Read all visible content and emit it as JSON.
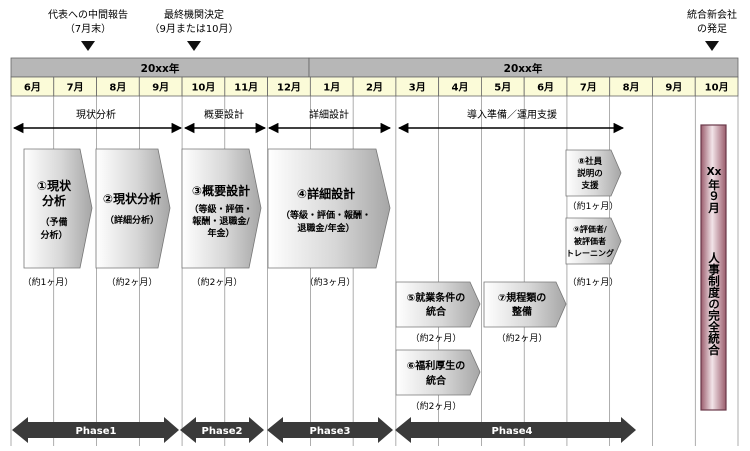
{
  "milestones": [
    {
      "title": "代表への中間報告",
      "sub": "（7月末）"
    },
    {
      "title": "最終機関決定",
      "sub": "（9月または10月）"
    },
    {
      "title": "統合新会社",
      "sub": "の発足"
    }
  ],
  "years": [
    "20xx年",
    "20xx年"
  ],
  "months": [
    "6月",
    "7月",
    "8月",
    "9月",
    "10月",
    "11月",
    "12月",
    "1月",
    "2月",
    "3月",
    "4月",
    "5月",
    "6月",
    "7月",
    "8月",
    "9月",
    "10月"
  ],
  "phase_labels": [
    "現状分析",
    "概要設計",
    "詳細設計",
    "導入準備／運用支援"
  ],
  "tasks": {
    "t1": {
      "l1": "①現状",
      "l2": "分析",
      "s1": "（予備",
      "s2": "分析）",
      "dur": "（約1ヶ月）"
    },
    "t2": {
      "l1": "②現状分析",
      "s1": "（詳細分析）",
      "dur": "（約2ヶ月）"
    },
    "t3": {
      "l1": "③概要設計",
      "s1": "（等級・評価・",
      "s2": "報酬・退職金/",
      "s3": "年金）",
      "dur": "（約2ヶ月）"
    },
    "t4": {
      "l1": "④詳細設計",
      "s1": "（等級・評価・報酬・",
      "s2": "退職金/年金）",
      "dur": "（約3ヶ月）"
    },
    "t5": {
      "l1": "⑤就業条件の",
      "l2": "統合",
      "dur": "（約2ヶ月）"
    },
    "t6": {
      "l1": "⑥福利厚生の",
      "l2": "統合",
      "dur": "（約2ヶ月）"
    },
    "t7": {
      "l1": "⑦規程類の",
      "l2": "整備",
      "dur": "（約2ヶ月）"
    },
    "t8": {
      "l1": "⑧社員",
      "l2": "説明の",
      "l3": "支援",
      "dur": "（約1ヶ月）"
    },
    "t9": {
      "l1": "⑨評価者/",
      "l2": "被評価者",
      "l3": "トレーニング",
      "dur": "（約1ヶ月）"
    }
  },
  "final_box": {
    "col1": "Xx",
    "col2": "年９月",
    "col3": "人事制度の完全統合"
  },
  "phases": [
    "Phase1",
    "Phase2",
    "Phase3",
    "Phase4"
  ],
  "colors": {
    "month_row": "#fbfbd8",
    "year_row": "#b7b7b7",
    "phase_arrow": "#3a3a3a",
    "final_box": "#b07080"
  }
}
